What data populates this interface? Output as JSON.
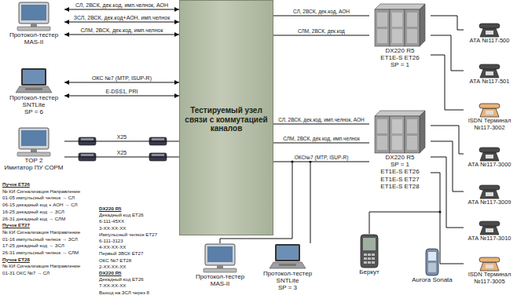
{
  "diagram": {
    "nodes": [
      {
        "text": [
          "Протокол-тестер MAS-II"
        ]
      },
      {
        "text": [
          "Протокол-тестер SNTLite",
          "SP = 6"
        ]
      },
      {
        "text": [
          "TOP 2",
          "Имитатор ПУ СОРМ"
        ]
      },
      {
        "text": [
          "Тестируемый узел связи с коммутацией каналов"
        ]
      },
      {
        "text": [
          "DX220 R5",
          "ET1E-S ET26",
          "SP = 1"
        ]
      },
      {
        "text": [
          "DX220 R5",
          "SP = 1",
          "ET1E-S ET26",
          "ET1E-S ET27",
          "ET1E-S ET28"
        ]
      },
      {
        "text": [
          "АТА №117-500"
        ]
      },
      {
        "text": [
          "АТА №117-501"
        ]
      },
      {
        "text": [
          "ISDN Терминал №117-3002"
        ]
      },
      {
        "text": [
          "АТА №117-3000"
        ]
      },
      {
        "text": [
          "АТА №117-3009"
        ]
      },
      {
        "text": [
          "АТА №117-3010"
        ]
      },
      {
        "text": [
          "ISDN Терминал №117-3005"
        ]
      },
      {
        "text": [
          "Протокол-тестер MAS-II"
        ]
      },
      {
        "text": [
          "Протокол-тестер SNTLite",
          "SP = 3"
        ]
      },
      {
        "text": [
          "Беркут"
        ]
      },
      {
        "text": [
          "Aurora Sonata"
        ]
      }
    ],
    "edges": [
      {
        "from": 0,
        "to": 3,
        "arrow": "both",
        "label": "СЛ, 2ВСК, дек.код, имп.челнок, АОН"
      },
      {
        "from": 0,
        "to": 3,
        "arrow": "both",
        "label": "ЗСЛ, 2ВСК, дек.код+АОН, имп.челнок"
      },
      {
        "from": 0,
        "to": 3,
        "arrow": "both",
        "label": "СЛМ, 2ВСК, дек.код, имп.челнок"
      },
      {
        "from": 1,
        "to": 3,
        "arrow": "both",
        "label": "ОКС №7 (MTP, ISUP-R)"
      },
      {
        "from": 1,
        "to": 3,
        "arrow": "both",
        "label": "E-DSS1, PRI"
      },
      {
        "from": 2,
        "to": 3,
        "arrow": "none",
        "label": "X25"
      },
      {
        "from": 2,
        "to": 3,
        "arrow": "none",
        "label": "X25"
      },
      {
        "from": 3,
        "to": 4,
        "arrow": "none",
        "label": "СЛ, 2ВСК, дек.код, АОН"
      },
      {
        "from": 3,
        "to": 4,
        "arrow": "none",
        "label": "СЛМ, 2ВСК, дек.код"
      },
      {
        "from": 3,
        "to": 5,
        "arrow": "none",
        "label": "СЛ, 2ВСК, дек.код, имп.челнок, АОН"
      },
      {
        "from": 3,
        "to": 5,
        "arrow": "none",
        "label": "СЛМ, 2ВСК, дек.код, имп.челнок"
      },
      {
        "from": 3,
        "to": 5,
        "arrow": "none",
        "label": "ОКС№7 (MTP, ISUP-R)"
      },
      {
        "from": 4,
        "to": 6,
        "arrow": "none"
      },
      {
        "from": 4,
        "to": 7,
        "arrow": "none"
      },
      {
        "from": 4,
        "to": 8,
        "arrow": "none"
      },
      {
        "from": 5,
        "to": 9,
        "arrow": "none"
      },
      {
        "from": 5,
        "to": 10,
        "arrow": "none"
      },
      {
        "from": 5,
        "to": 11,
        "arrow": "none"
      },
      {
        "from": 5,
        "to": 12,
        "arrow": "none"
      }
    ],
    "labels": [
      "Пучок ЕТ26",
      "№ КИ Сигнализация Направление",
      "01-05 импульсный челнок → СЛ",
      "06-15 декадный код + АОН → СЛ",
      "16-25 декадный код → ЗСЛ",
      "26-31 декадный код → СЛМ",
      "Пучок ЕТ27",
      "№ КИ Сигнализация Направление",
      "01-16 импульсный челнок → ЗСЛ",
      "17-25 декадный код → ЗСЛ",
      "26-31 импульсный челнок → СЛМ",
      "Пучок ЕТ28",
      "№ КИ Сигнализация Направление",
      "01-31 ОКС №7 → СЛ",
      "DX220 R5",
      "Декадный код ЕТ26",
      "6-111-45ХХ",
      "3-ХХ-ХХ-ХХ",
      "Импульсный челнок ЕТ27",
      "6-111-3123",
      "4-ХХ-ХХ-ХХ",
      "Первый ЗВСК ЕТ27",
      "ОКС №7 ЕТ28",
      "2-ХХ-ХХ-ХХ",
      "DX220 R5",
      "Декадный код ЕТ26",
      "7-ХХ-ХХ-ХХ",
      "Выход на ЗСЛ через 8"
    ]
  }
}
